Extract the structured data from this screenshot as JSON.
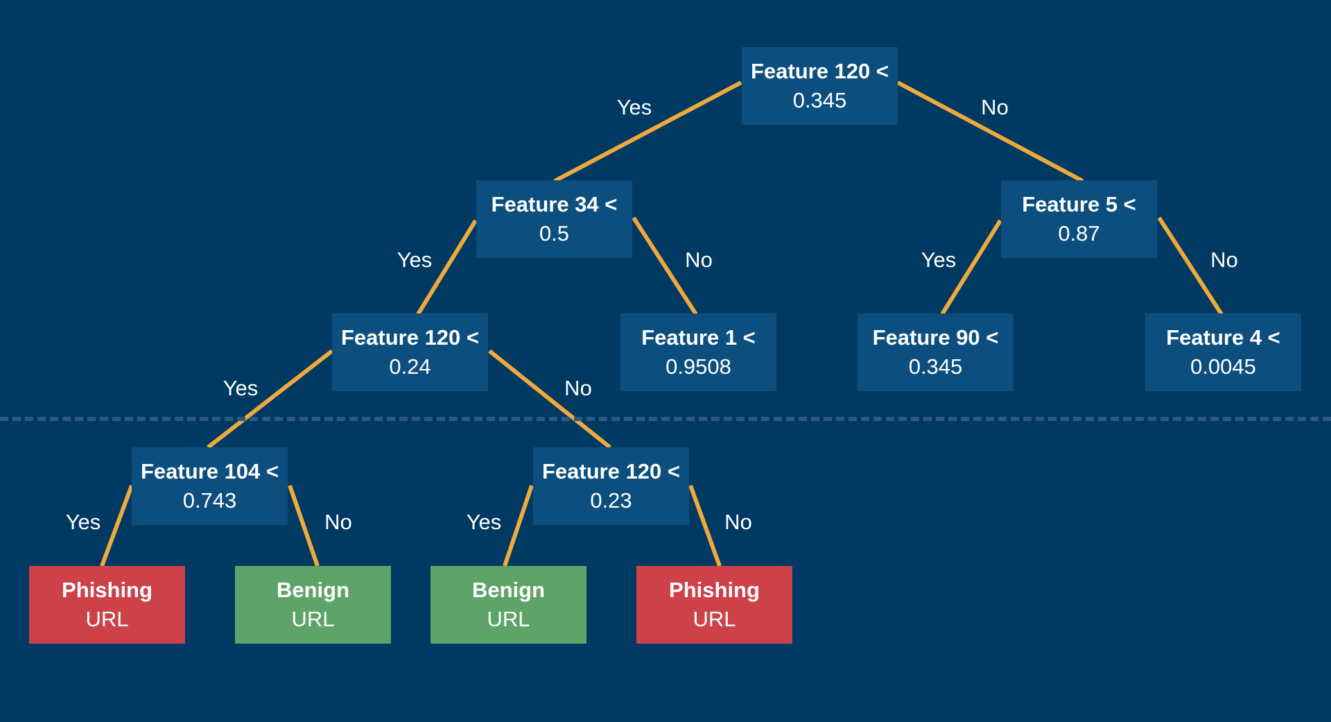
{
  "colors": {
    "background": "#003a63",
    "node": "#0c4f7f",
    "edge": "#f0a93b",
    "phishing": "#cd4149",
    "benign": "#5ea468",
    "divider": "#2a5a82"
  },
  "nodes": {
    "root": {
      "label": "Feature 120 <",
      "value": "0.345"
    },
    "f34": {
      "label": "Feature 34 <",
      "value": "0.5"
    },
    "f5": {
      "label": "Feature 5 <",
      "value": "0.87"
    },
    "f120b": {
      "label": "Feature 120 <",
      "value": "0.24"
    },
    "f1": {
      "label": "Feature 1 <",
      "value": "0.9508"
    },
    "f90": {
      "label": "Feature 90 <",
      "value": "0.345"
    },
    "f4": {
      "label": "Feature 4 <",
      "value": "0.0045"
    },
    "f104": {
      "label": "Feature 104 <",
      "value": "0.743"
    },
    "f120c": {
      "label": "Feature 120 <",
      "value": "0.23"
    },
    "leaf1": {
      "label": "Phishing",
      "value": "URL"
    },
    "leaf2": {
      "label": "Benign",
      "value": "URL"
    },
    "leaf3": {
      "label": "Benign",
      "value": "URL"
    },
    "leaf4": {
      "label": "Phishing",
      "value": "URL"
    }
  },
  "edge_labels": {
    "yes": "Yes",
    "no": "No"
  }
}
